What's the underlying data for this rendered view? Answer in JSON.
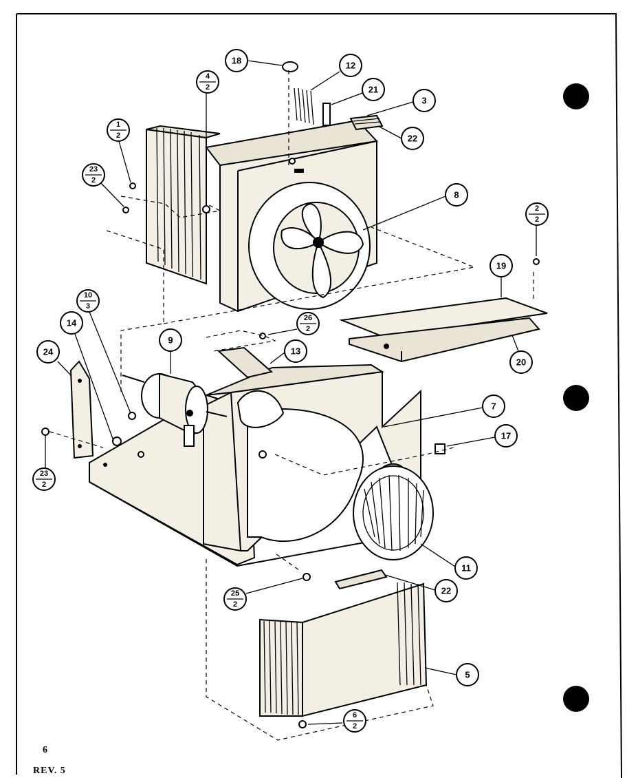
{
  "callouts": [
    {
      "id": "c18",
      "text": "18"
    },
    {
      "id": "c12",
      "text": "12"
    },
    {
      "id": "c21",
      "text": "21"
    },
    {
      "id": "c3",
      "text": "3"
    },
    {
      "id": "c22a",
      "text": "22"
    },
    {
      "id": "c8",
      "text": "8"
    },
    {
      "id": "c19",
      "text": "19"
    },
    {
      "id": "c20",
      "text": "20"
    },
    {
      "id": "c13",
      "text": "13"
    },
    {
      "id": "c9",
      "text": "9"
    },
    {
      "id": "c14",
      "text": "14"
    },
    {
      "id": "c24",
      "text": "24"
    },
    {
      "id": "c7",
      "text": "7"
    },
    {
      "id": "c17",
      "text": "17"
    },
    {
      "id": "c11",
      "text": "11"
    },
    {
      "id": "c22b",
      "text": "22"
    },
    {
      "id": "c5",
      "text": "5"
    }
  ],
  "fraction_callouts": [
    {
      "id": "f4_2",
      "top": "4",
      "bottom": "2"
    },
    {
      "id": "f1_2",
      "top": "1",
      "bottom": "2"
    },
    {
      "id": "f23_2a",
      "top": "23",
      "bottom": "2"
    },
    {
      "id": "f2_2",
      "top": "2",
      "bottom": "2"
    },
    {
      "id": "f26_2",
      "top": "26",
      "bottom": "2"
    },
    {
      "id": "f10_3",
      "top": "10",
      "bottom": "3"
    },
    {
      "id": "f23_2b",
      "top": "23",
      "bottom": "2"
    },
    {
      "id": "f25_2",
      "top": "25",
      "bottom": "2"
    },
    {
      "id": "f6_2",
      "top": "6",
      "bottom": "2"
    }
  ],
  "footer": {
    "page_number": "6",
    "revision": "REV. 5"
  }
}
